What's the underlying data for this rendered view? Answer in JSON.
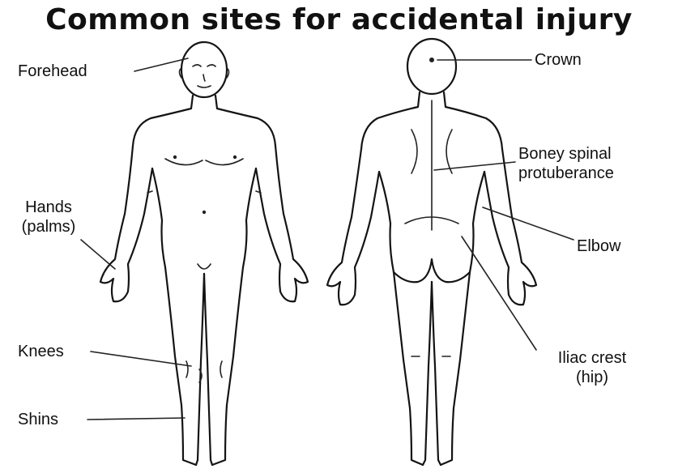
{
  "diagram": {
    "title": "Common sites for accidental injury",
    "labels": {
      "forehead": "Forehead",
      "crown": "Crown",
      "hands_line1": "Hands",
      "hands_line2": "(palms)",
      "spine_line1": "Boney spinal",
      "spine_line2": "protuberance",
      "elbow": "Elbow",
      "knees": "Knees",
      "iliac_line1": "Iliac crest",
      "iliac_line2": "(hip)",
      "shins": "Shins"
    }
  }
}
